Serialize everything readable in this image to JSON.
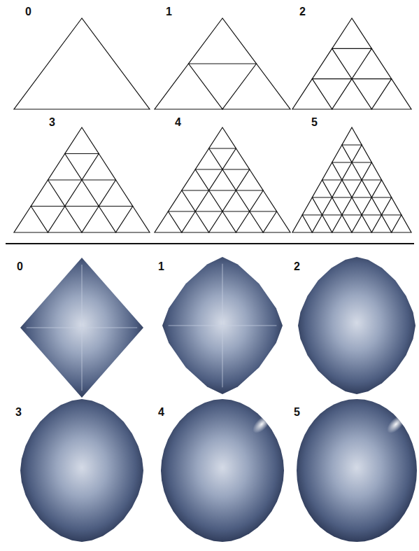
{
  "diagram": {
    "labels": [
      "0",
      "1",
      "2",
      "3",
      "4",
      "5",
      "0",
      "1",
      "2",
      "3",
      "4",
      "5"
    ]
  }
}
